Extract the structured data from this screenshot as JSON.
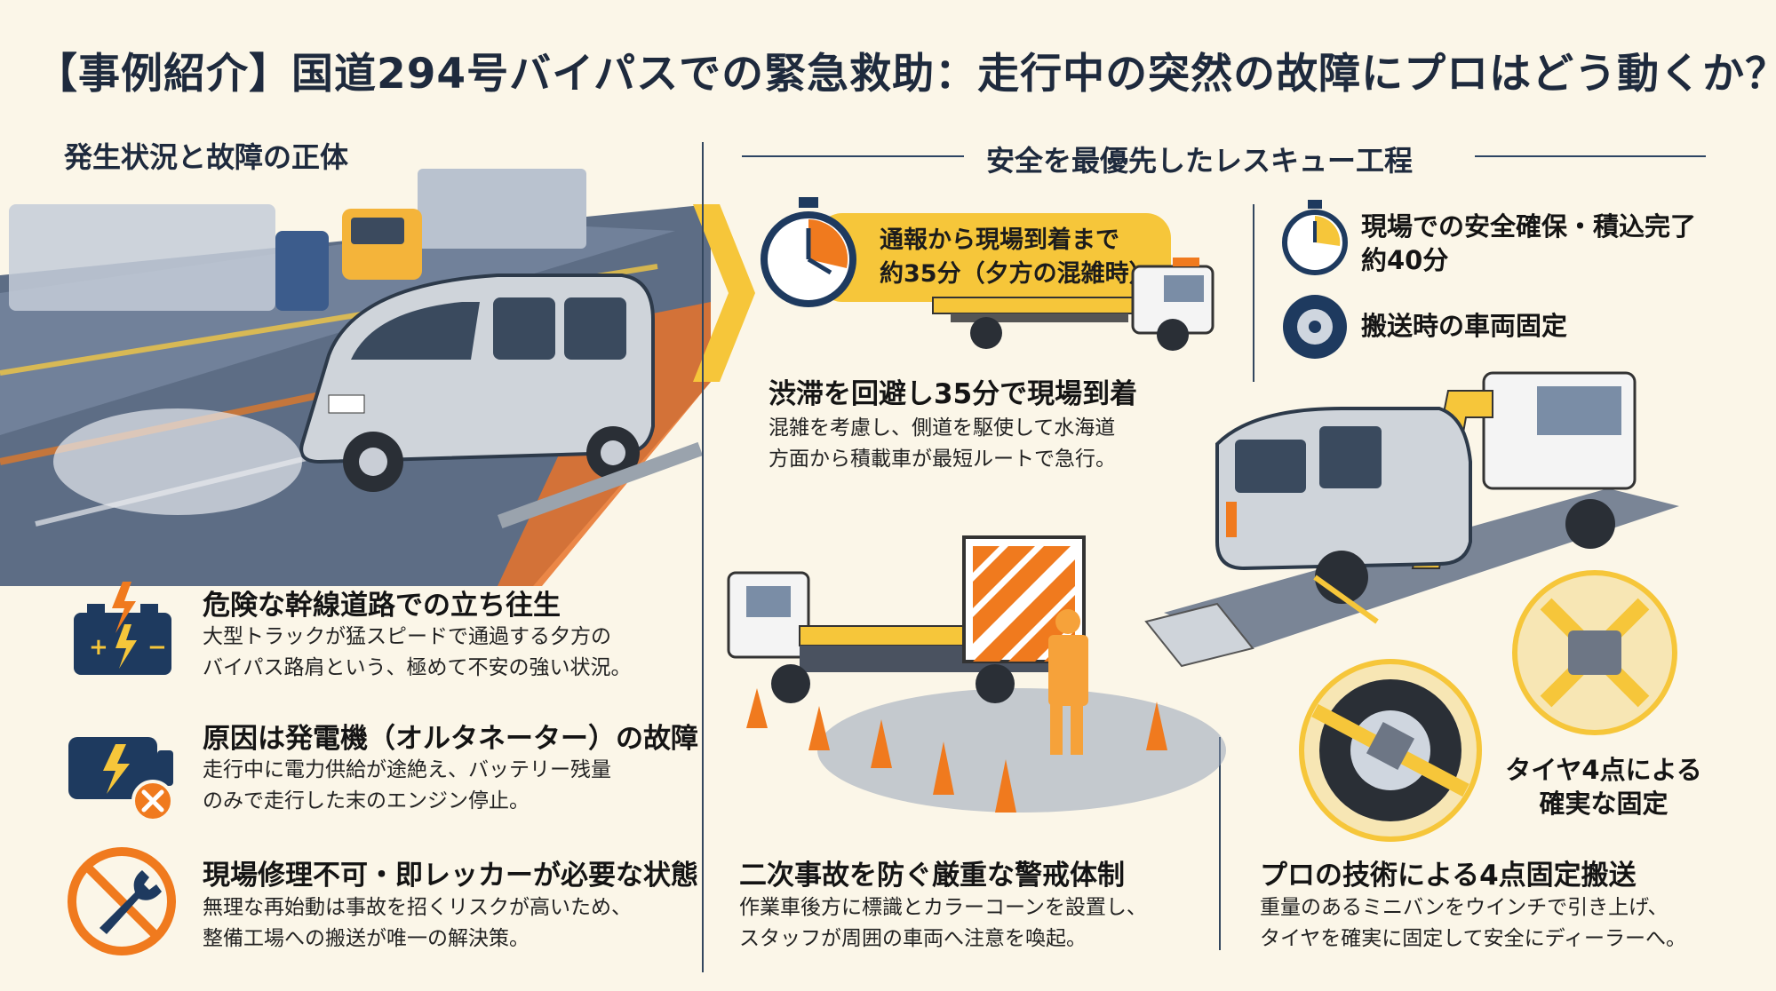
{
  "title": "【事例紹介】国道294号バイパスでの緊急救助：走行中の突然の故障にプロはどう動くか？",
  "left_section": {
    "heading": "発生状況と故障の正体",
    "items": [
      {
        "icon": "battery-icon",
        "title": "危険な幹線道路での立ち往生",
        "body": [
          "大型トラックが猛スピードで通過する夕方の",
          "バイパス路肩という、極めて不安の強い状況。"
        ]
      },
      {
        "icon": "alternator-error-icon",
        "title": "原因は発電機（オルタネーター）の故障",
        "body": [
          "走行中に電力供給が途絶え、バッテリー残量",
          "のみで走行した末のエンジン停止。"
        ]
      },
      {
        "icon": "no-repair-icon",
        "title": "現場修理不可・即レッカーが必要な状態",
        "body": [
          "無理な再始動は事故を招くリスクが高いため、",
          "整備工場への搬送が唯一の解決策。"
        ]
      }
    ]
  },
  "right_section": {
    "heading": "安全を最優先したレスキュー工程",
    "arrival_badge": [
      "通報から現場到着まで",
      "約35分（夕方の混雑時）"
    ],
    "onsite_stat": [
      "現場での安全確保・積込完了",
      "約40分"
    ],
    "transport_stat": "搬送時の車両固定",
    "step1": {
      "title": "渋滞を回避し35分で現場到着",
      "body": [
        "混雑を考慮し、側道を駆使して水海道",
        "方面から積載車が最短ルートで急行。"
      ]
    },
    "step2": {
      "title": "二次事故を防ぐ厳重な警戒体制",
      "body": [
        "作業車後方に標識とカラーコーンを設置し、",
        "スタッフが周囲の車両へ注意を喚起。"
      ]
    },
    "step3": {
      "title": "プロの技術による4点固定搬送",
      "body": [
        "重量のあるミニバンをウインチで引き上げ、",
        "タイヤを確実に固定して安全にディーラーへ。"
      ]
    },
    "tire_label": [
      "タイヤ4点による",
      "確実な固定"
    ]
  },
  "colors": {
    "accent": "#f6c63a",
    "orange": "#f07a1e",
    "navy": "#1e3a5f",
    "background": "#fbf6e8"
  }
}
